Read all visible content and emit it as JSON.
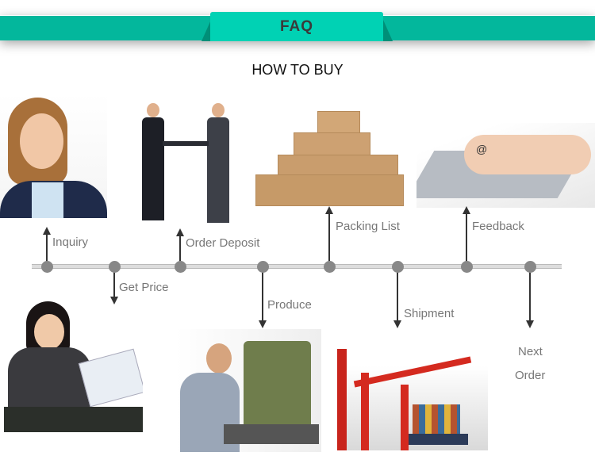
{
  "header": {
    "tab_label": "FAQ",
    "title": "HOW TO BUY"
  },
  "colors": {
    "band": "#03b79c",
    "tab": "#00d2b4",
    "dot": "#888888"
  },
  "steps": [
    {
      "label": "Inquiry",
      "direction": "up"
    },
    {
      "label": "Get Price",
      "direction": "down"
    },
    {
      "label": "Order Deposit",
      "direction": "up"
    },
    {
      "label": "Produce",
      "direction": "down"
    },
    {
      "label": "Packing List",
      "direction": "up"
    },
    {
      "label": "Shipment",
      "direction": "down"
    },
    {
      "label": "Feedback",
      "direction": "up"
    },
    {
      "label": "Next",
      "label2": "Order",
      "direction": "down"
    }
  ]
}
